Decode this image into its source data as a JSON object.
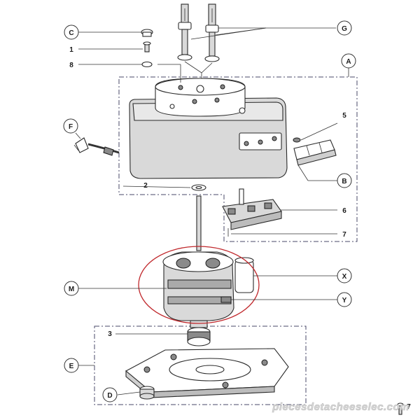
{
  "diagram": {
    "callouts": [
      {
        "id": "C",
        "label": "C"
      },
      {
        "id": "1",
        "label": "1"
      },
      {
        "id": "8",
        "label": "8"
      },
      {
        "id": "G",
        "label": "G"
      },
      {
        "id": "A",
        "label": "A"
      },
      {
        "id": "F",
        "label": "F"
      },
      {
        "id": "5",
        "label": "5"
      },
      {
        "id": "B",
        "label": "B"
      },
      {
        "id": "2",
        "label": "2"
      },
      {
        "id": "6",
        "label": "6"
      },
      {
        "id": "7a",
        "label": "7"
      },
      {
        "id": "X",
        "label": "X"
      },
      {
        "id": "M",
        "label": "M"
      },
      {
        "id": "Y",
        "label": "Y"
      },
      {
        "id": "3",
        "label": "3"
      },
      {
        "id": "E",
        "label": "E"
      },
      {
        "id": "D",
        "label": "D"
      },
      {
        "id": "7b",
        "label": "7"
      }
    ],
    "watermark": "piecesdetacheeselec.com",
    "colors": {
      "line": "#2a2a2a",
      "dashed_group": "#4a4a6a",
      "highlight_circle": "#c0282c",
      "body_fill": "#d9d9d9"
    }
  }
}
